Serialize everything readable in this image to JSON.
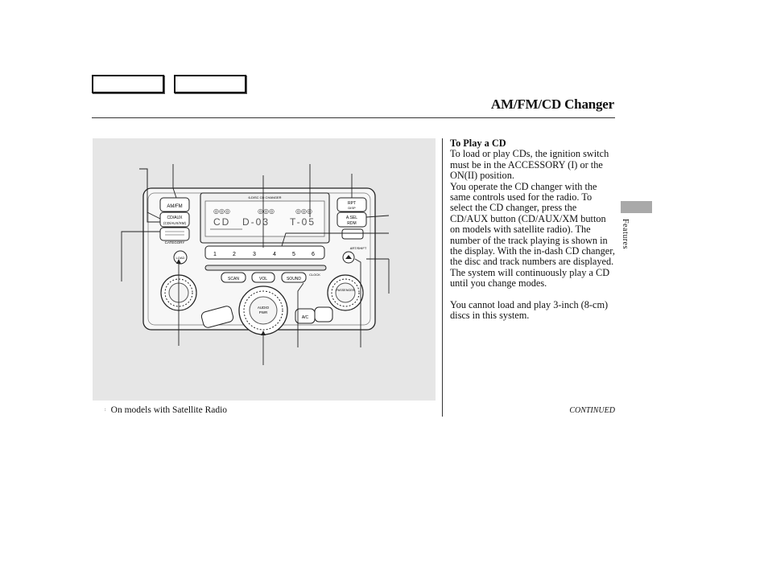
{
  "header": {
    "title": "AM/FM/CD Changer"
  },
  "section": {
    "heading": "To Play a CD",
    "paragraphs": [
      "To load or play CDs, the ignition switch must be in the ACCESSORY (I) or the ON(II) position.",
      "You operate the CD changer with the same controls used for the radio. To select the CD changer, press the CD/AUX button (CD/AUX/XM button on models with satellite radio). The number of the track playing is shown in the display. With the in-dash CD changer, the disc and track numbers are displayed. The system will continuously play a CD until you change modes.",
      "You cannot load and play 3-inch (8-cm) discs in this system."
    ]
  },
  "side_tab": {
    "label": "Features"
  },
  "footnote": {
    "mark": ":",
    "text": "On models with Satellite Radio"
  },
  "footer": {
    "continued": "CONTINUED"
  },
  "figure": {
    "display": {
      "mode": "CD",
      "disc": "D-03",
      "track": "T-05",
      "top_label": "6-DISC CD CHANGER"
    },
    "buttons": {
      "am_fm": "AM/FM",
      "cd_aux_1": "CD/AUX",
      "cd_aux_2": "(CD/AUX/XM)",
      "rpt_1": "RPT",
      "rpt_2": "DISP",
      "a_sel_1": "A.SEL",
      "a_sel_2": "RDM",
      "category": "CATEGORY",
      "load": "LOAD",
      "scan": "SCAN",
      "vol": "VOL",
      "sound": "SOUND",
      "clock": "CLOCK",
      "audio_pwr_1": "AUDIO",
      "audio_pwr_2": "PWR",
      "passenger": "PASSENGER",
      "ac": "A/C",
      "art_shift": "ART/SHIFT",
      "presets": [
        "1",
        "2",
        "3",
        "4",
        "5",
        "6"
      ]
    }
  }
}
